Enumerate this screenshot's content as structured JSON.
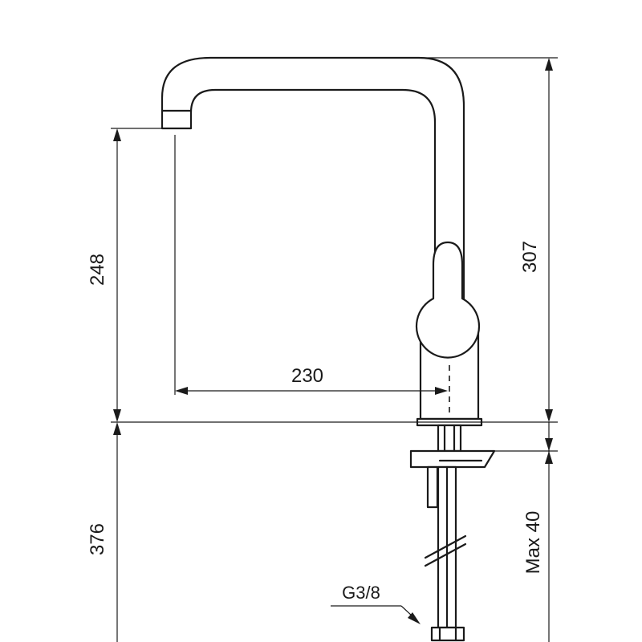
{
  "dimensions": {
    "spout_height": "248",
    "spout_reach": "230",
    "total_height": "307",
    "below_counter": "376",
    "max_counter_thickness": "Max 40"
  },
  "labels": {
    "thread_size": "G3/8"
  }
}
